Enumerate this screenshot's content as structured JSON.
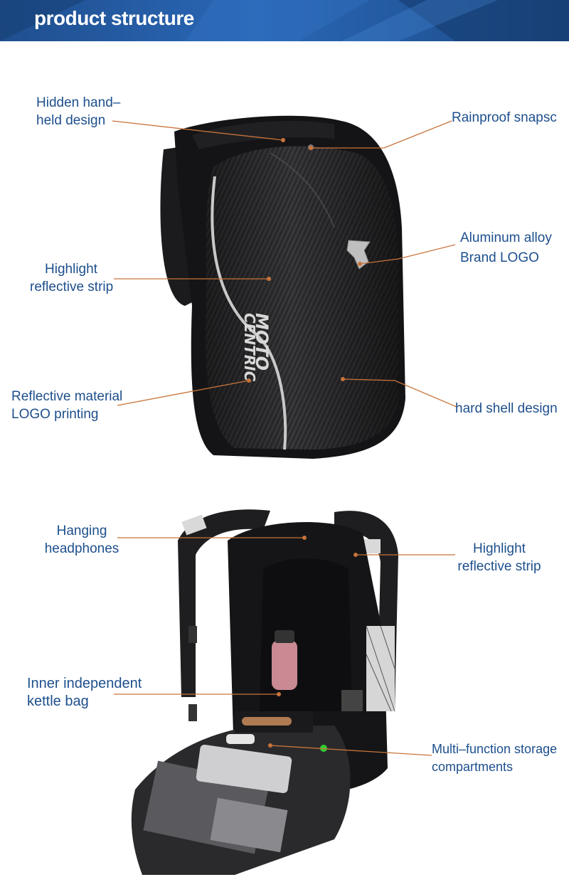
{
  "header": {
    "title": "product structure"
  },
  "colors": {
    "header_blue": "#2a67b6",
    "label_blue": "#1d4f8c",
    "leader_orange": "#c8733a"
  },
  "top_section": {
    "callouts": [
      {
        "id": "hidden-handheld",
        "lines": [
          "Hidden hand–",
          "held design"
        ]
      },
      {
        "id": "rainproof",
        "lines": [
          "Rainproof snapsc"
        ]
      },
      {
        "id": "alloy-logo",
        "lines": [
          "Aluminum alloy",
          "Brand LOGO"
        ]
      },
      {
        "id": "reflective-strip-1",
        "lines": [
          "Highlight",
          "reflective strip"
        ]
      },
      {
        "id": "reflective-logo",
        "lines": [
          "Reflective material",
          "LOGO printing"
        ]
      },
      {
        "id": "hard-shell",
        "lines": [
          "hard shell design"
        ]
      }
    ],
    "brand_print": [
      "MOTO",
      "CENTRIC"
    ]
  },
  "bottom_section": {
    "callouts": [
      {
        "id": "headphones",
        "lines": [
          "Hanging",
          "headphones"
        ]
      },
      {
        "id": "reflective-strip-2",
        "lines": [
          "Highlight",
          "reflective strip"
        ]
      },
      {
        "id": "kettle-bag",
        "lines": [
          "Inner independent",
          "kettle bag"
        ]
      },
      {
        "id": "storage",
        "lines": [
          "Multi–function storage",
          "compartments"
        ]
      }
    ]
  }
}
